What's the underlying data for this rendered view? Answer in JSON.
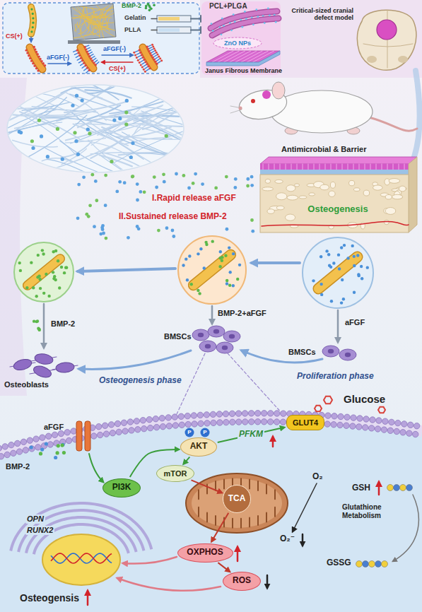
{
  "diagram": {
    "nodes": [
      {
        "text": [
          "PI3K"
        ]
      },
      {
        "text": [
          "AKT"
        ]
      },
      {
        "text": [
          "mTOR"
        ]
      },
      {
        "text": [
          "GLUT4"
        ]
      },
      {
        "text": [
          "TCA"
        ]
      },
      {
        "text": [
          "OXPHOS"
        ]
      },
      {
        "text": [
          "ROS"
        ]
      }
    ],
    "edges": [
      {
        "from": 0,
        "to": 1,
        "arrow": "to"
      },
      {
        "from": 1,
        "to": 2,
        "arrow": "to"
      },
      {
        "from": 1,
        "to": 3,
        "arrow": "to",
        "label": "PFKM"
      },
      {
        "from": 2,
        "to": 4,
        "arrow": "to"
      },
      {
        "from": 4,
        "to": 5,
        "arrow": "to"
      },
      {
        "from": 5,
        "to": 6,
        "arrow": "to"
      }
    ],
    "labels": [
      "BMP-2",
      "Gelatin",
      "PLLA",
      "CS(+)",
      "aFGF(-)",
      "aFGF(-)",
      "CS(+)",
      "PCL+PLGA",
      "ZnO NPs",
      "Janus Fibrous Membrane",
      "Critical-sized cranial defect model",
      "Antimicrobial & Barrier",
      "Osteogenesis",
      "I.Rapid release aFGF",
      "II.Sustained release BMP-2",
      "aFGF",
      "BMSCs",
      "BMP-2+aFGF",
      "BMSCs",
      "BMP-2",
      "Osteoblasts",
      "Osteogenesis phase",
      "Proliferation phase",
      "aFGF",
      "BMP-2",
      "P",
      "P",
      "Glucose",
      "OPN",
      "RUNX2",
      "O₂",
      "GSH",
      "Glutathione Metabolism",
      "O₂⁻",
      "GSSG",
      "Osteogensis"
    ]
  }
}
